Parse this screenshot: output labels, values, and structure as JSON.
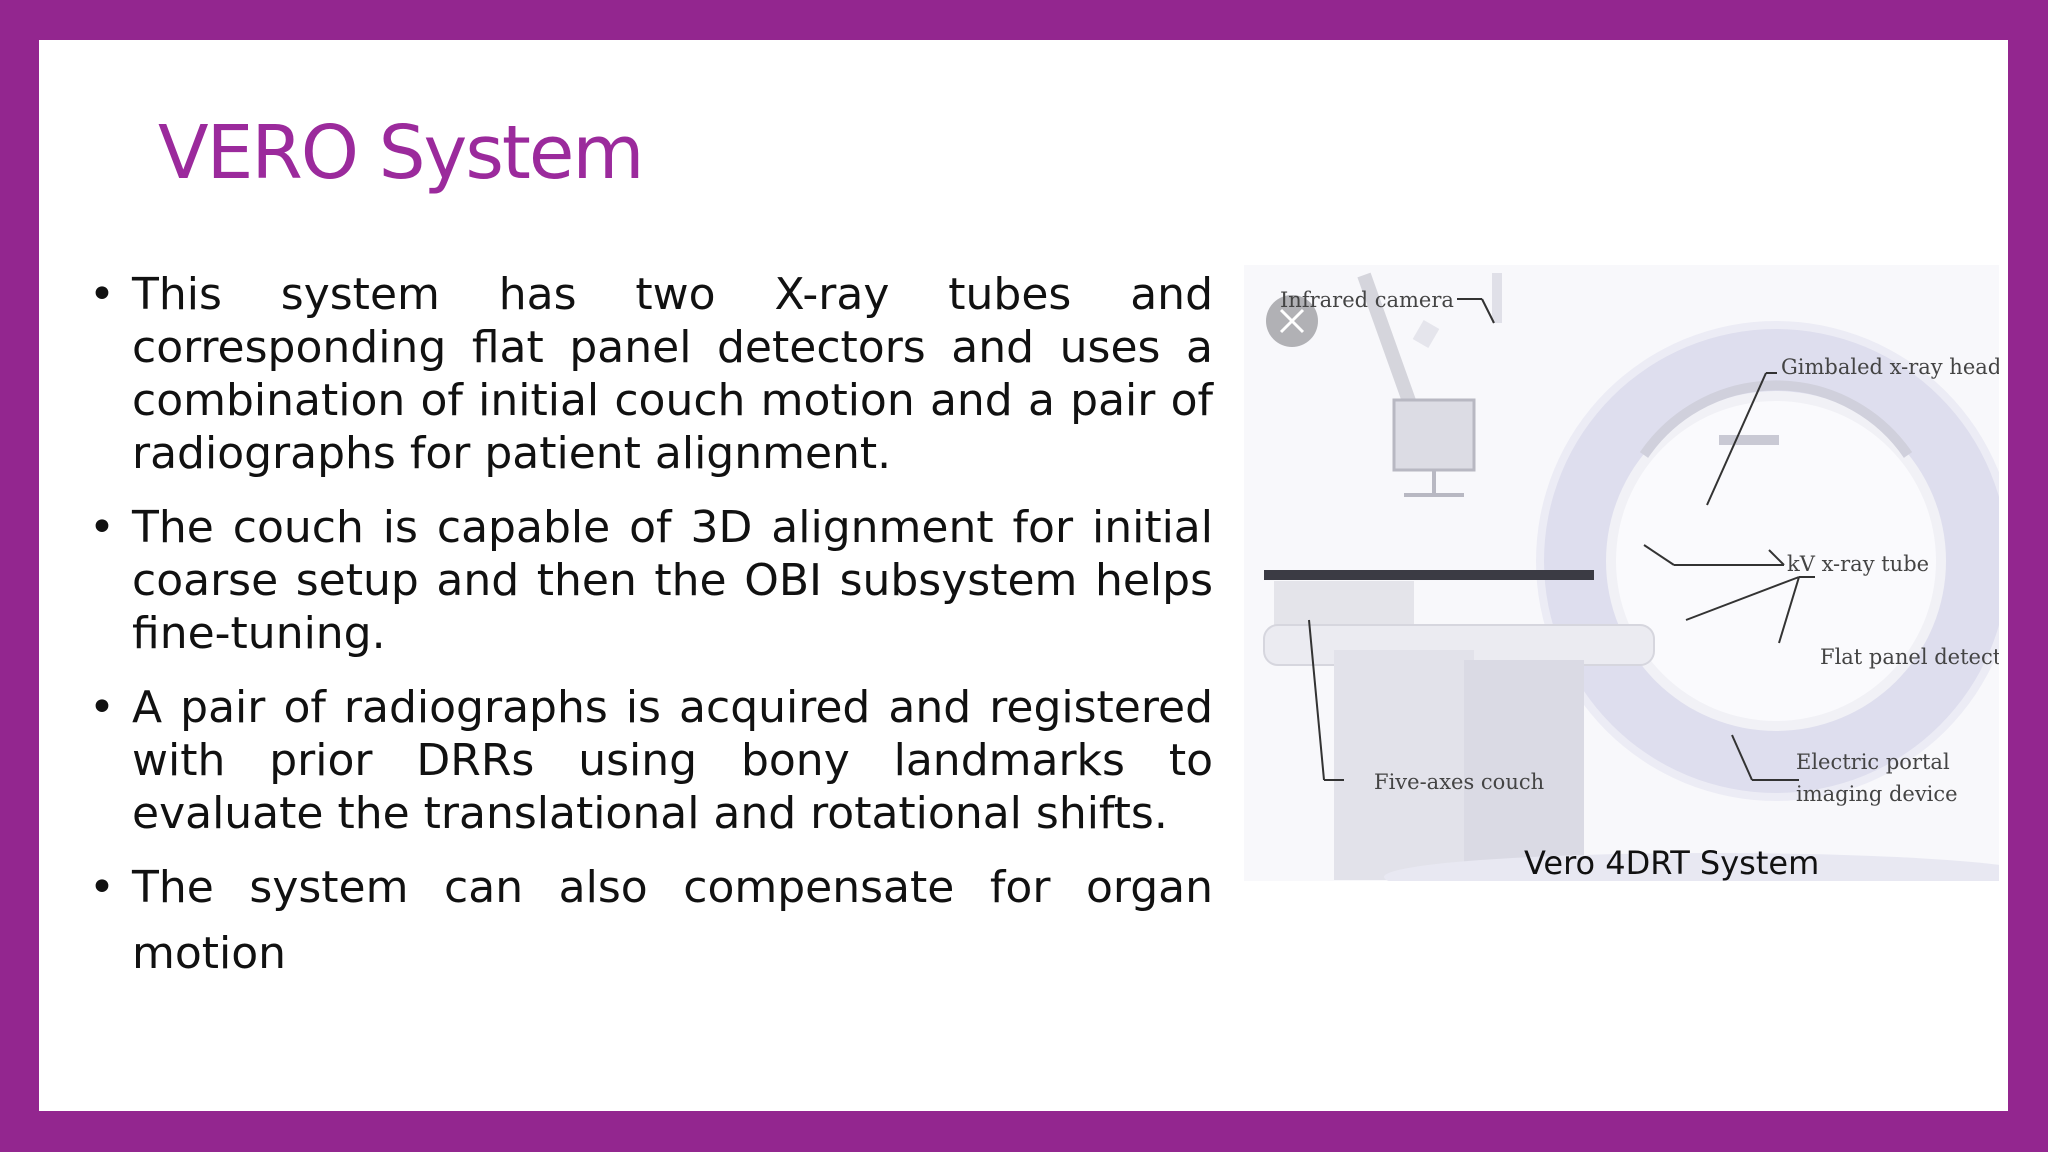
{
  "slide": {
    "title": "VERO System",
    "bullets": [
      "This system has two X-ray tubes and corresponding flat panel detectors and uses a combination of initial couch motion and a pair of radiographs for patient alignment.",
      "The couch is capable of 3D alignment for initial coarse setup and then the OBI subsystem helps fine-tuning.",
      "A pair of radiographs is acquired and registered with prior DRRs using bony landmarks to evaluate the translational and rotational shifts.",
      "The system can also compensate for organ motion"
    ],
    "caption": "Vero 4DRT System",
    "figure_labels": {
      "infrared_camera": "Infrared camera",
      "gimbaled_head": "Gimbaled x-ray head",
      "kv_tube": "kV x-ray tube",
      "flat_panel": "Flat panel detector",
      "couch": "Five-axes couch",
      "epid_line1": "Electric portal",
      "epid_line2": "imaging device"
    }
  },
  "colors": {
    "frame": "#93268f",
    "title": "#9b2a9c",
    "background": "#ffffff"
  }
}
